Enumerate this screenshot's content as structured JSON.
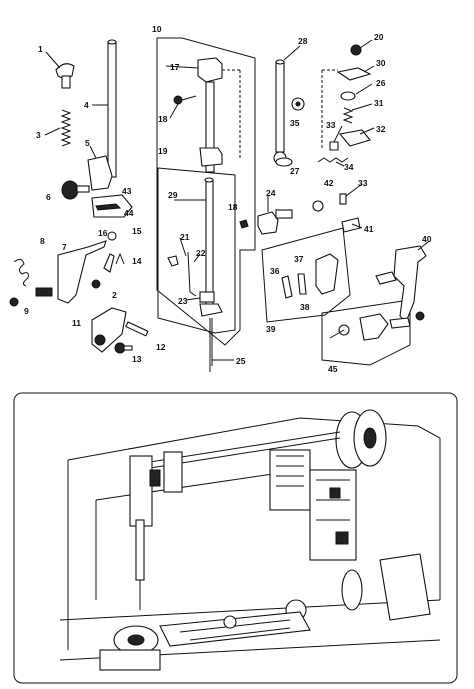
{
  "callouts": {
    "c1": "1",
    "c2": "2",
    "c3": "3",
    "c4": "4",
    "c5": "5",
    "c6": "6",
    "c7": "7",
    "c8": "8",
    "c9": "9",
    "c10": "10",
    "c11": "11",
    "c12": "12",
    "c13": "13",
    "c14": "14",
    "c15": "15",
    "c16": "16",
    "c17": "17",
    "c18": "18",
    "c18b": "18",
    "c19": "19",
    "c20": "20",
    "c21": "21",
    "c22": "22",
    "c23": "23",
    "c24": "24",
    "c25": "25",
    "c26": "26",
    "c27": "27",
    "c28": "28",
    "c29": "29",
    "c30": "30",
    "c31": "31",
    "c32": "32",
    "c33": "33",
    "c33b": "33",
    "c34": "34",
    "c35": "35",
    "c36": "36",
    "c37": "37",
    "c38": "38",
    "c39": "39",
    "c40": "40",
    "c41": "41",
    "c42": "42",
    "c43": "43",
    "c44": "44",
    "c45": "45"
  },
  "colors": {
    "ink": "#111111",
    "paper": "#ffffff"
  },
  "icons": {
    "machine": "sewing-machine-cutaway-illustration"
  }
}
